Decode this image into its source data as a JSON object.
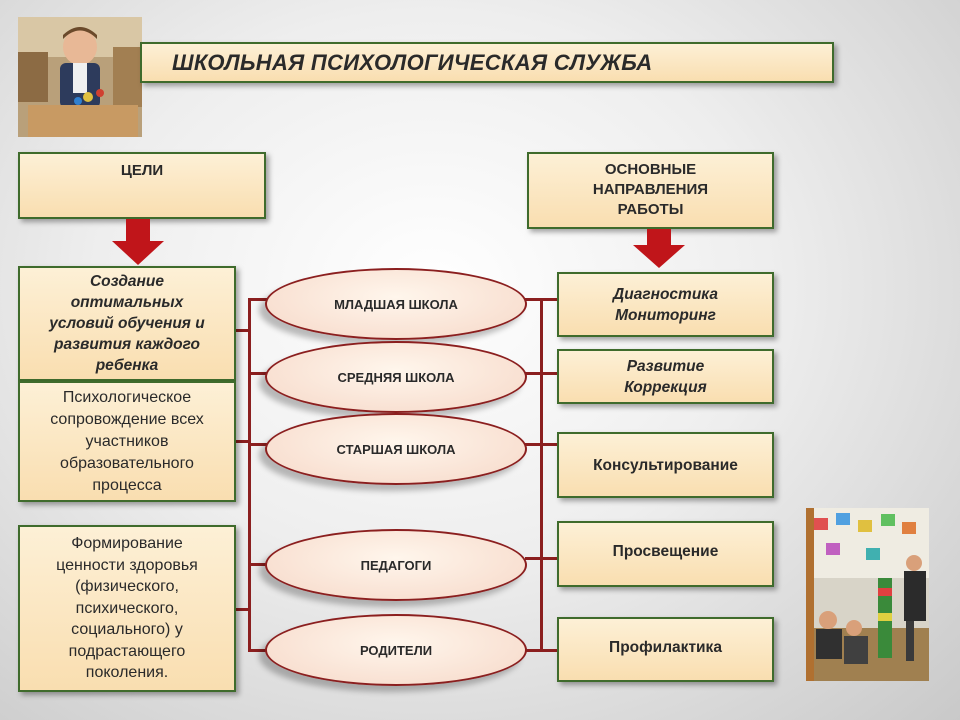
{
  "title": "ШКОЛЬНАЯ ПСИХОЛОГИЧЕСКАЯ СЛУЖБА",
  "goals_header": "ЦЕЛИ",
  "directions_header": [
    "ОСНОВНЫЕ",
    "НАПРАВЛЕНИЯ",
    "РАБОТЫ"
  ],
  "goals": [
    [
      "Создание",
      "оптимальных",
      "условий обучения и",
      "развития каждого",
      "ребенка"
    ],
    [
      "Психологическое",
      "сопровождение всех",
      "участников",
      "образовательного",
      "процесса"
    ],
    [
      "Формирование",
      "ценности здоровья",
      "(физического,",
      "психического,",
      "социального) у",
      "подрастающего",
      "поколения."
    ]
  ],
  "targets": [
    "МЛАДШАЯ ШКОЛА",
    "СРЕДНЯЯ ШКОЛА",
    "СТАРШАЯ ШКОЛА",
    "ПЕДАГОГИ",
    "РОДИТЕЛИ"
  ],
  "directions": [
    [
      "Диагностика",
      "Мониторинг"
    ],
    [
      "Развитие",
      "Коррекция"
    ],
    [
      "Консультирование"
    ],
    [
      "Просвещение"
    ],
    [
      "Профилактика"
    ]
  ],
  "colors": {
    "box_fill": "#f9deb0",
    "box_border": "#3f6b2c",
    "connector": "#8b1f1f",
    "arrow": "#c0151a"
  }
}
